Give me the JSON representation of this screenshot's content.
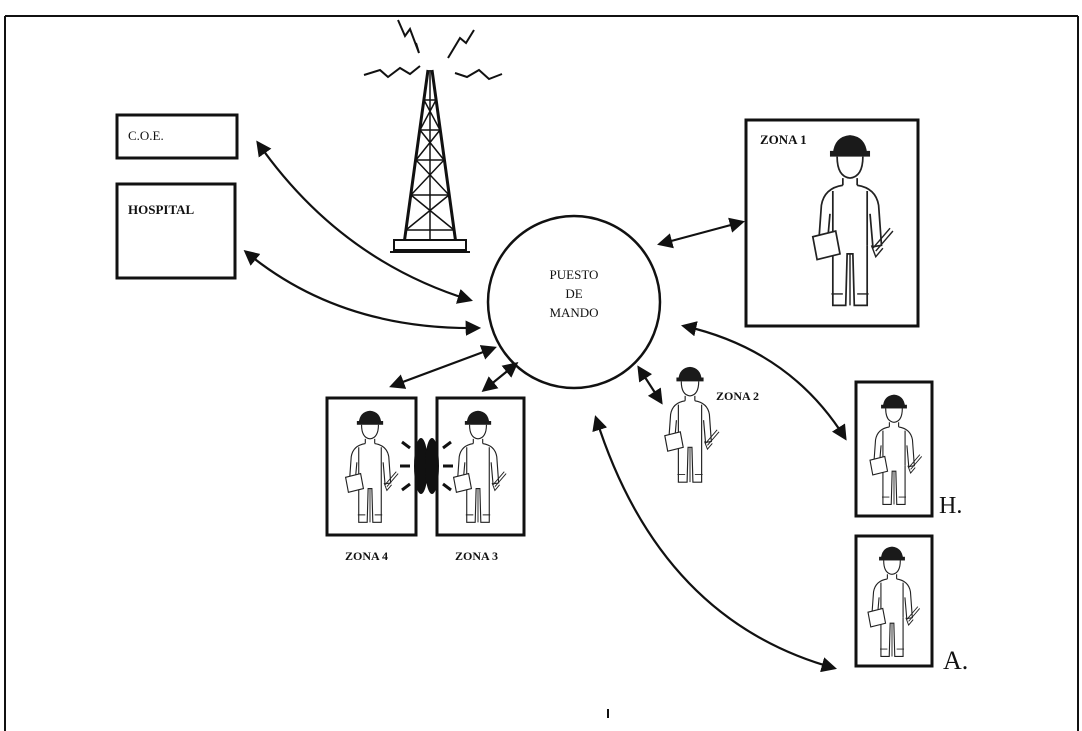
{
  "colors": {
    "ink": "#111111",
    "paper": "#ffffff"
  },
  "boxes": {
    "coe": {
      "label": "C.O.E."
    },
    "hospital": {
      "label": "HOSPITAL"
    }
  },
  "hub": {
    "line1": "PUESTO",
    "line2": "DE",
    "line3": "MANDO"
  },
  "zones": {
    "zona1": {
      "label": "ZONA 1"
    },
    "zona2": {
      "label": "ZONA 2"
    },
    "zona3": {
      "label": "ZONA 3"
    },
    "zona4": {
      "label": "ZONA 4"
    }
  },
  "units": {
    "h": {
      "label": "H."
    },
    "a": {
      "label": "A."
    }
  },
  "icons": {
    "tower": "radio-tower-icon",
    "worker": "worker-icon",
    "interference": "radio-interference-icon"
  }
}
